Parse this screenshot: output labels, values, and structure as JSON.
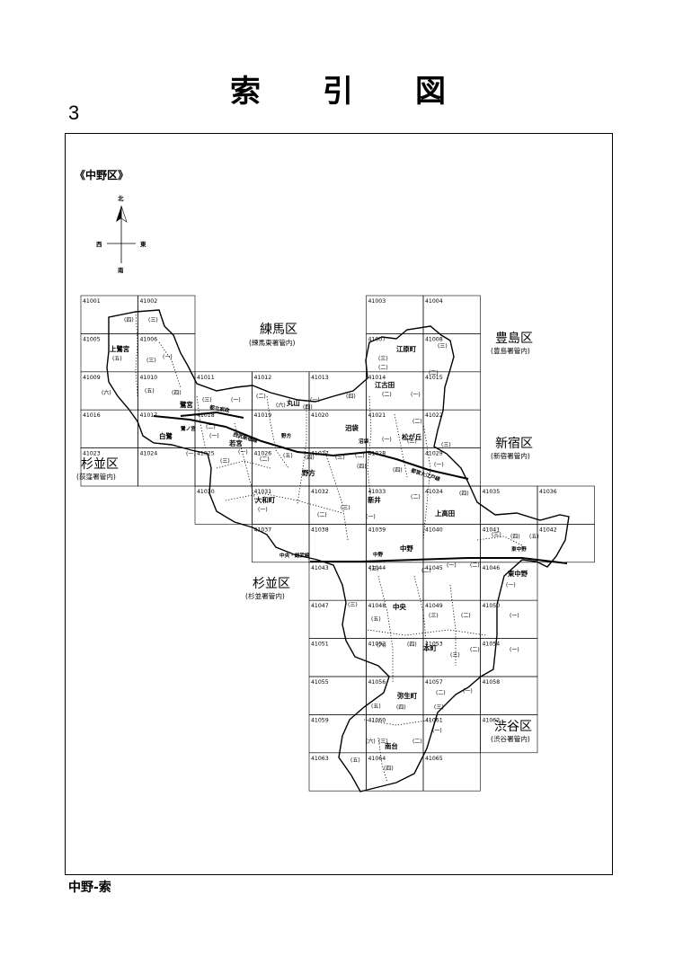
{
  "header": {
    "title_chars": [
      "索",
      "引",
      "図"
    ],
    "page_number": "3"
  },
  "map": {
    "legend_title": "《中野区》",
    "compass": {
      "north": "北",
      "south": "南",
      "east": "東",
      "west": "西"
    },
    "adjacent_wards": [
      {
        "id": "nerima",
        "name": "練馬区",
        "note": "(練馬東署管内)"
      },
      {
        "id": "toshima",
        "name": "豊島区",
        "note": "(豊島署管内)"
      },
      {
        "id": "shinjuku",
        "name": "新宿区",
        "note": "(新宿署管内)"
      },
      {
        "id": "suginami-w",
        "name": "杉並区",
        "note": "(荻窪署管内)"
      },
      {
        "id": "suginami-s",
        "name": "杉並区",
        "note": "(杉並署管内)"
      },
      {
        "id": "shibuya",
        "name": "渋谷区",
        "note": "(渋谷署管内)"
      }
    ],
    "grid_cells": [
      "41001",
      "41002",
      "41003",
      "41004",
      "41005",
      "41006",
      "41007",
      "41008",
      "41009",
      "41010",
      "41011",
      "41012",
      "41013",
      "41014",
      "41015",
      "41016",
      "41017",
      "41018",
      "41019",
      "41020",
      "41021",
      "41022",
      "41023",
      "41024",
      "41025",
      "41026",
      "41027",
      "41028",
      "41029",
      "41030",
      "41031",
      "41032",
      "41033",
      "41034",
      "41035",
      "41036",
      "41037",
      "41038",
      "41039",
      "41040",
      "41041",
      "41042",
      "41043",
      "41044",
      "41045",
      "41046",
      "41047",
      "41048",
      "41049",
      "41050",
      "41051",
      "41052",
      "41053",
      "41054",
      "41055",
      "41056",
      "41057",
      "41058",
      "41059",
      "41060",
      "41061",
      "41062",
      "41063",
      "41064",
      "41065"
    ],
    "town_names": [
      "上鷺宮",
      "鷺宮",
      "白鷺",
      "若宮",
      "丸山",
      "江原町",
      "江古田",
      "沼袋",
      "松が丘",
      "野方",
      "大和町",
      "新井",
      "上高田",
      "中野",
      "東中野",
      "中央",
      "本町",
      "弥生町",
      "南台"
    ],
    "chome_marks": [
      "(一)",
      "(二)",
      "(三)",
      "(四)",
      "(五)",
      "(六)"
    ],
    "rail_lines": [
      {
        "id": "seibu-shinjuku",
        "label": "西武新宿線"
      },
      {
        "id": "chuo-sobu",
        "label": "中央・総武線"
      },
      {
        "id": "toei-oedo",
        "label": "都営大江戸線"
      },
      {
        "id": "seibu-nerima",
        "label": "都立家政"
      }
    ],
    "station_labels": [
      "鷺ノ宮",
      "野方",
      "沼袋",
      "新井薬師前",
      "中野",
      "東中野"
    ]
  },
  "footer": {
    "label": "中野-索"
  }
}
